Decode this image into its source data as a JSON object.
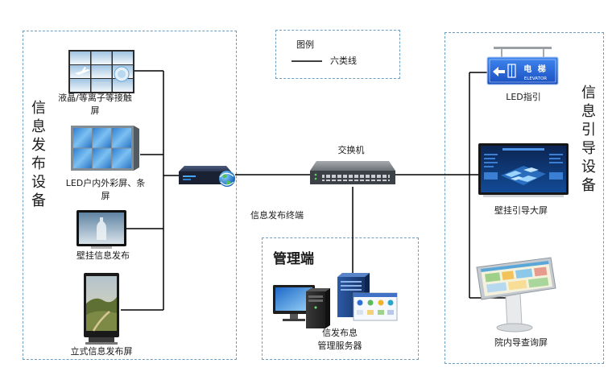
{
  "legend": {
    "title": "图例",
    "line_label": "六类线"
  },
  "info_publishing": {
    "title": "信息发布设备",
    "devices": {
      "video_wall": {
        "label_lines": [
          "液晶/等离子等接触",
          "屏"
        ]
      },
      "led_screen": {
        "label_lines": [
          "LED户内外彩屏、条",
          "屏"
        ]
      },
      "wall_display": {
        "label": "壁挂信息发布"
      },
      "standing_kiosk": {
        "label": "立式信息发布屏"
      }
    }
  },
  "terminal": {
    "label": "信息发布终端"
  },
  "switch": {
    "label": "交换机"
  },
  "management": {
    "title": "管理端",
    "server_label_lines": [
      "信发布息",
      "管理服务器"
    ]
  },
  "info_guidance": {
    "title": "信息引导设备",
    "devices": {
      "led_sign": {
        "label": "LED指引",
        "sign_text": "电 梯",
        "sign_subtext": "ELEVATOR"
      },
      "wall_guide_screen": {
        "label": "壁挂引导大屏"
      },
      "query_kiosk": {
        "label": "院内导查询屏"
      }
    }
  },
  "colors": {
    "group_border": "#6f9ec0",
    "connection_line": "#000000",
    "sign_blue": "#2a66d8"
  }
}
